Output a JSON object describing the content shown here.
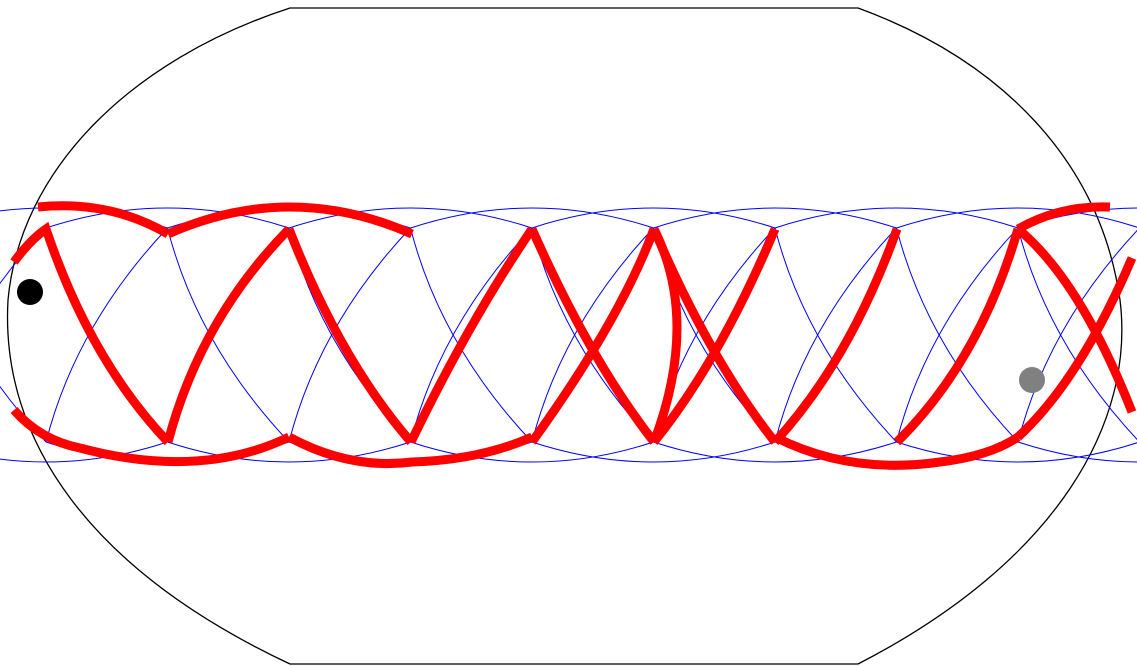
{
  "colors": {
    "background": "#ffffff",
    "boundary": "#000000",
    "grid_arcs": "#0000ff",
    "path": "#ff0000",
    "start_marker": "#000000",
    "end_marker": "#808080"
  },
  "elements": {
    "boundary": "ellipse-outline",
    "grid": "blue-arc-lattice",
    "path": "red-zigzag-path",
    "start_marker": "black-dot",
    "end_marker": "gray-dot"
  }
}
